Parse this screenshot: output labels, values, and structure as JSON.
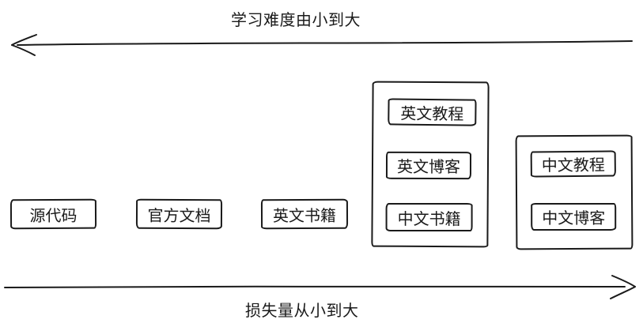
{
  "canvas": {
    "background": "#ffffff",
    "stroke_color": "#1a1a1a"
  },
  "top_axis": {
    "label": "学习难度由小到大",
    "arrow_direction": "left"
  },
  "bottom_axis": {
    "label": "损失量从小到大",
    "arrow_direction": "right"
  },
  "standalone_boxes": [
    {
      "label": "源代码"
    },
    {
      "label": "官方文档"
    },
    {
      "label": "英文书籍"
    }
  ],
  "groups": [
    {
      "items": [
        {
          "label": "英文教程"
        },
        {
          "label": "英文博客"
        },
        {
          "label": "中文书籍"
        }
      ]
    },
    {
      "items": [
        {
          "label": "中文教程"
        },
        {
          "label": "中文博客"
        }
      ]
    }
  ]
}
